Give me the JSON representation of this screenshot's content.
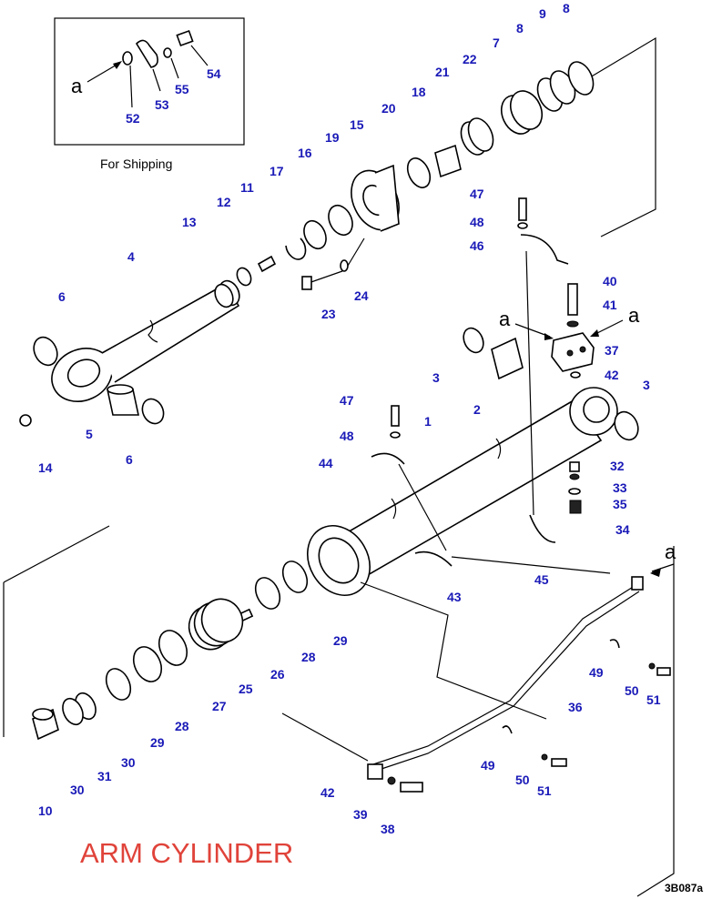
{
  "title": "ARM CYLINDER",
  "ref_code": "3B087a",
  "inset_caption": "For Shipping",
  "title_color": "#e0433a",
  "label_color": "#1a1ab8",
  "arrow_marker": "a",
  "part_labels": [
    {
      "id": "p8a",
      "text": "8"
    },
    {
      "id": "p9",
      "text": "9"
    },
    {
      "id": "p8b",
      "text": "8"
    },
    {
      "id": "p7",
      "text": "7"
    },
    {
      "id": "p22",
      "text": "22"
    },
    {
      "id": "p21",
      "text": "21"
    },
    {
      "id": "p18",
      "text": "18"
    },
    {
      "id": "p20",
      "text": "20"
    },
    {
      "id": "p15",
      "text": "15"
    },
    {
      "id": "p19",
      "text": "19"
    },
    {
      "id": "p16",
      "text": "16"
    },
    {
      "id": "p17",
      "text": "17"
    },
    {
      "id": "p11",
      "text": "11"
    },
    {
      "id": "p12",
      "text": "12"
    },
    {
      "id": "p13",
      "text": "13"
    },
    {
      "id": "p4",
      "text": "4"
    },
    {
      "id": "p6a",
      "text": "6"
    },
    {
      "id": "p14",
      "text": "14"
    },
    {
      "id": "p5",
      "text": "5"
    },
    {
      "id": "p6b",
      "text": "6"
    },
    {
      "id": "p23",
      "text": "23"
    },
    {
      "id": "p24",
      "text": "24"
    },
    {
      "id": "p47a",
      "text": "47"
    },
    {
      "id": "p48a",
      "text": "48"
    },
    {
      "id": "p46",
      "text": "46"
    },
    {
      "id": "p40",
      "text": "40"
    },
    {
      "id": "p41",
      "text": "41"
    },
    {
      "id": "p37",
      "text": "37"
    },
    {
      "id": "p42a",
      "text": "42"
    },
    {
      "id": "p3a",
      "text": "3"
    },
    {
      "id": "p2",
      "text": "2"
    },
    {
      "id": "p3b",
      "text": "3"
    },
    {
      "id": "p47b",
      "text": "47"
    },
    {
      "id": "p48b",
      "text": "48"
    },
    {
      "id": "p1",
      "text": "1"
    },
    {
      "id": "p44",
      "text": "44"
    },
    {
      "id": "p32",
      "text": "32"
    },
    {
      "id": "p33",
      "text": "33"
    },
    {
      "id": "p35",
      "text": "35"
    },
    {
      "id": "p34",
      "text": "34"
    },
    {
      "id": "p45",
      "text": "45"
    },
    {
      "id": "p43",
      "text": "43"
    },
    {
      "id": "p29a",
      "text": "29"
    },
    {
      "id": "p28a",
      "text": "28"
    },
    {
      "id": "p26",
      "text": "26"
    },
    {
      "id": "p25",
      "text": "25"
    },
    {
      "id": "p27",
      "text": "27"
    },
    {
      "id": "p28b",
      "text": "28"
    },
    {
      "id": "p29b",
      "text": "29"
    },
    {
      "id": "p30a",
      "text": "30"
    },
    {
      "id": "p31",
      "text": "31"
    },
    {
      "id": "p30b",
      "text": "30"
    },
    {
      "id": "p10",
      "text": "10"
    },
    {
      "id": "p49a",
      "text": "49"
    },
    {
      "id": "p50a",
      "text": "50"
    },
    {
      "id": "p51a",
      "text": "51"
    },
    {
      "id": "p36",
      "text": "36"
    },
    {
      "id": "p49b",
      "text": "49"
    },
    {
      "id": "p50b",
      "text": "50"
    },
    {
      "id": "p51b",
      "text": "51"
    },
    {
      "id": "p42b",
      "text": "42"
    },
    {
      "id": "p39",
      "text": "39"
    },
    {
      "id": "p38",
      "text": "38"
    },
    {
      "id": "p52",
      "text": "52"
    },
    {
      "id": "p53",
      "text": "53"
    },
    {
      "id": "p55",
      "text": "55"
    },
    {
      "id": "p54",
      "text": "54"
    }
  ]
}
